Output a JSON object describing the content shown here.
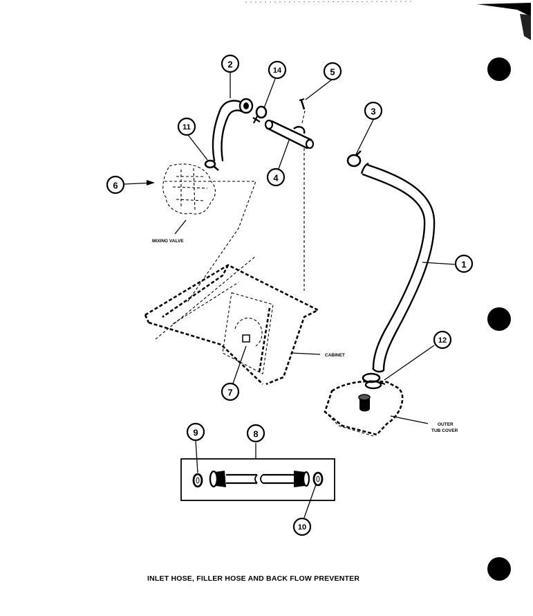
{
  "callouts": [
    "2",
    "14",
    "5",
    "11",
    "3",
    "6",
    "4",
    "1",
    "12",
    "7",
    "9",
    "8",
    "10"
  ],
  "labels": {
    "mixing_valve": "MIXING VALVE",
    "cabinet": "CABINET",
    "outer_tub_cover_line1": "OUTER",
    "outer_tub_cover_line2": "TUB COVER"
  },
  "caption": "INLET HOSE, FILLER HOSE AND BACK FLOW PREVENTER"
}
